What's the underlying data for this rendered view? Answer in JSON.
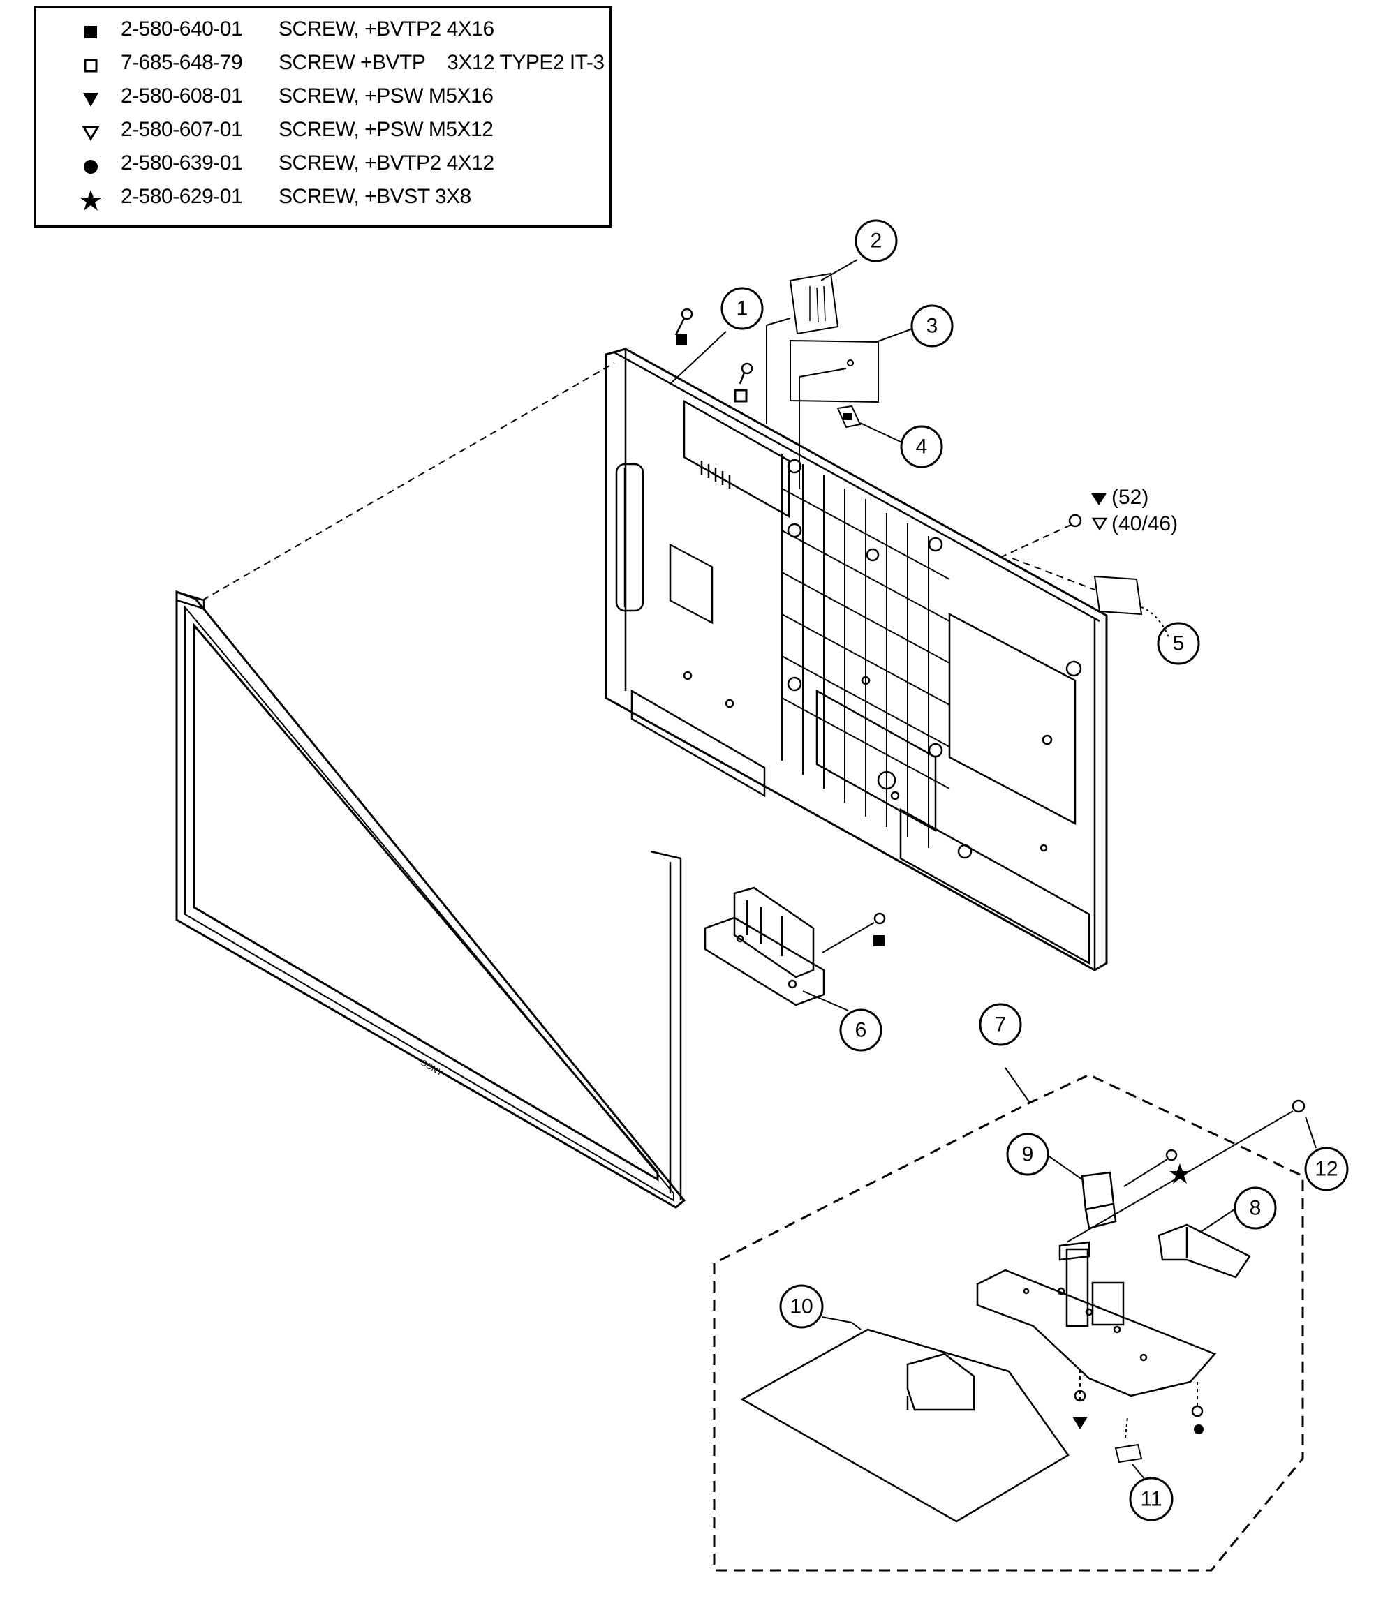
{
  "legend": {
    "rows": [
      {
        "symbol": "filled-square",
        "part_number": "2-580-640-01",
        "description": "SCREW, +BVTP2 4X16"
      },
      {
        "symbol": "open-square",
        "part_number": "7-685-648-79",
        "description": "SCREW +BVTP    3X12 TYPE2 IT-3"
      },
      {
        "symbol": "filled-triangle-down",
        "part_number": "2-580-608-01",
        "description": "SCREW, +PSW M5X16"
      },
      {
        "symbol": "open-triangle-down",
        "part_number": "2-580-607-01",
        "description": "SCREW, +PSW M5X12"
      },
      {
        "symbol": "filled-circle",
        "part_number": "2-580-639-01",
        "description": "SCREW, +BVTP2 4X12"
      },
      {
        "symbol": "star",
        "part_number": "2-580-629-01",
        "description": "SCREW, +BVST 3X8"
      }
    ]
  },
  "callouts": [
    "1",
    "2",
    "3",
    "4",
    "5",
    "6",
    "7",
    "8",
    "9",
    "10",
    "11",
    "12"
  ],
  "screw_notes": {
    "m5x16_size": "(52)",
    "m5x12_size": "(40/46)"
  },
  "colors": {
    "line": "#000000",
    "background": "#ffffff"
  }
}
